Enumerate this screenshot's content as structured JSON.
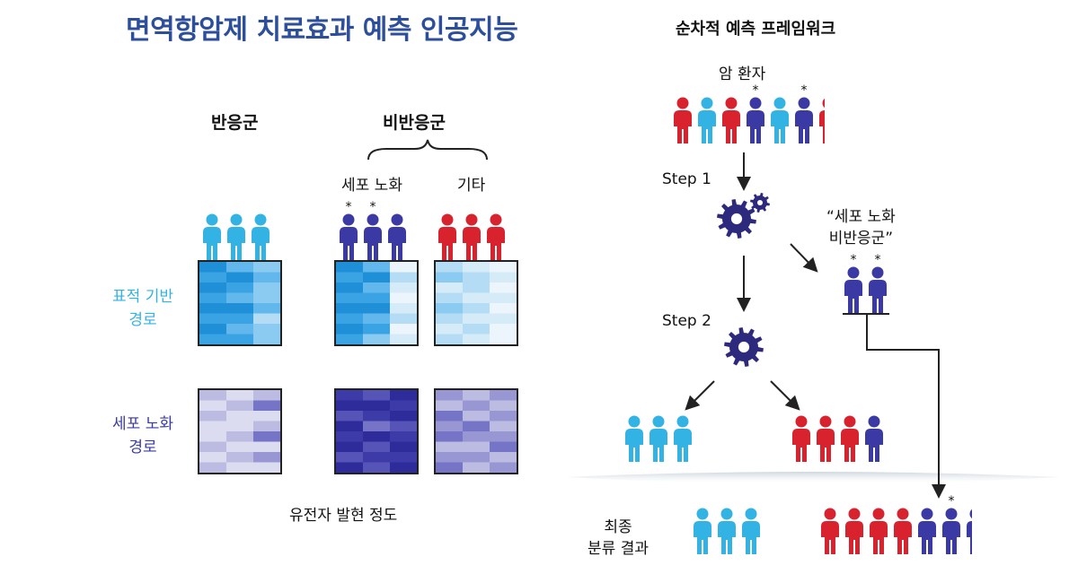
{
  "title": "면역항암제 치료효과 예측 인공지능",
  "framework_title": "순차적 예측 프레임워크",
  "groups": {
    "responder": "반응군",
    "non_responder": "비반응군",
    "senescence": "세포 노화",
    "other": "기타"
  },
  "pathways": {
    "target_line1": "표적 기반",
    "target_line2": "경로",
    "senescence_line1": "세포 노화",
    "senescence_line2": "경로"
  },
  "x_caption": "유전자 발현 정도",
  "framework": {
    "patients": "암 환자",
    "step1": "Step 1",
    "step2": "Step 2",
    "quote_line1": "“세포 노화",
    "quote_line2": "비반응군”",
    "final_line1": "최종",
    "final_line2": "분류 결과",
    "star": "*"
  },
  "colors": {
    "cyan": "#33b2e4",
    "red": "#d8232f",
    "indigo": "#3b3aa5",
    "title_blue": "#2d4e9a"
  },
  "icons": [
    "person-icon",
    "gear-icon",
    "arrow-icon",
    "brace-icon"
  ]
}
